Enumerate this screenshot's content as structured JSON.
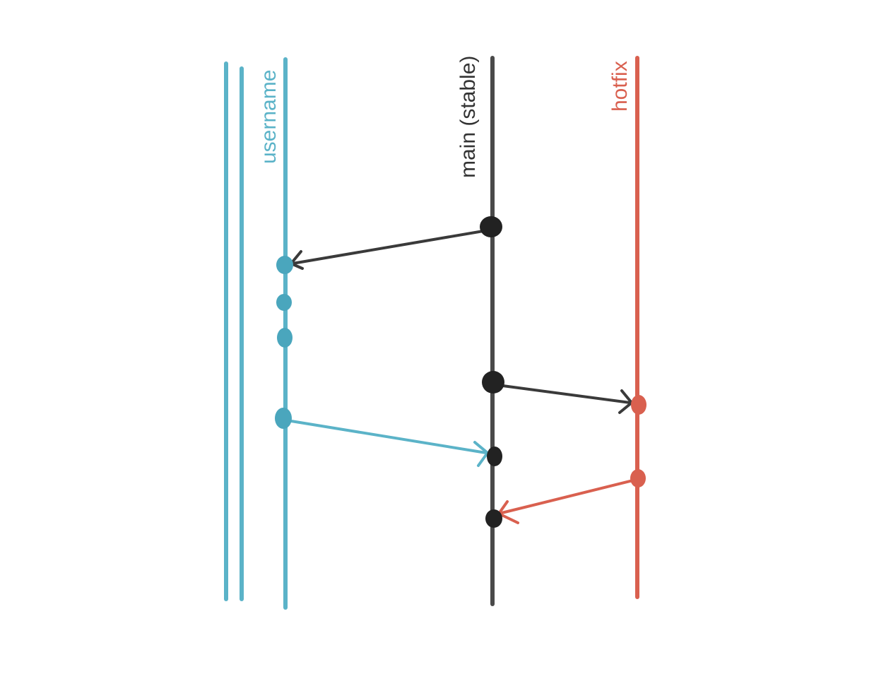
{
  "colors": {
    "user_branch": "#5bb3c8",
    "main_branch": "#4a4a4a",
    "hotfix_branch": "#d9604f",
    "commit_dark": "#222222",
    "arrow_dark": "#3a3a3a"
  },
  "branches": {
    "user": {
      "label": "username"
    },
    "main": {
      "label": "main (stable)"
    },
    "hotfix": {
      "label": "hotfix"
    }
  }
}
